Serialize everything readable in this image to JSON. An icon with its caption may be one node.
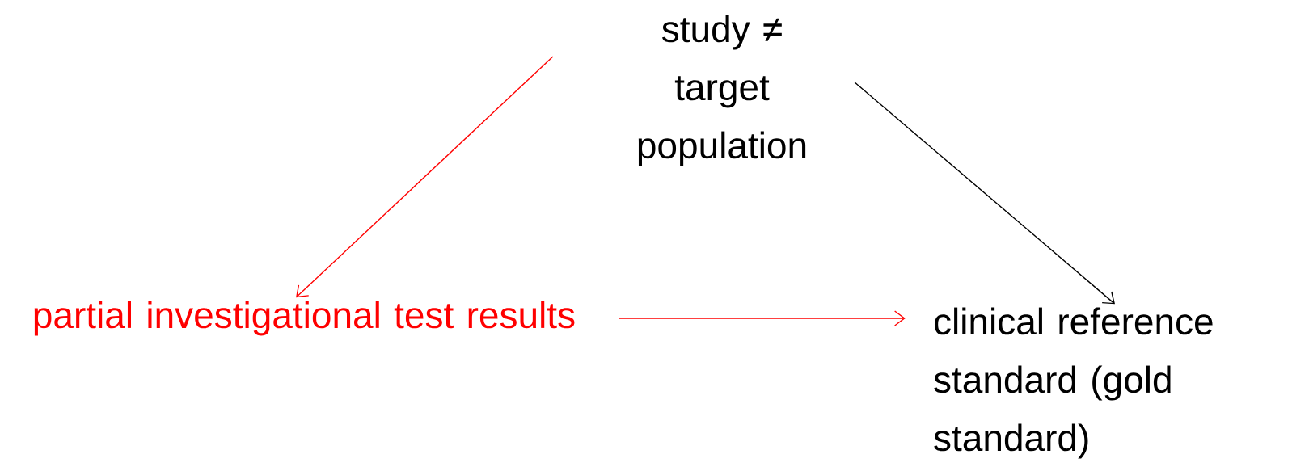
{
  "diagram": {
    "nodes": [
      {
        "text": [
          "study ≠ target population"
        ]
      },
      {
        "text": [
          "partial investigational test results"
        ]
      },
      {
        "text": [
          "clinical reference standard (gold standard)"
        ]
      }
    ],
    "edges": [
      {
        "from": 0,
        "to": 1,
        "arrow": "to",
        "color": "#ff0000"
      },
      {
        "from": 0,
        "to": 2,
        "arrow": "to",
        "color": "#000000"
      },
      {
        "from": 1,
        "to": 2,
        "arrow": "to",
        "color": "#ff0000"
      }
    ]
  }
}
